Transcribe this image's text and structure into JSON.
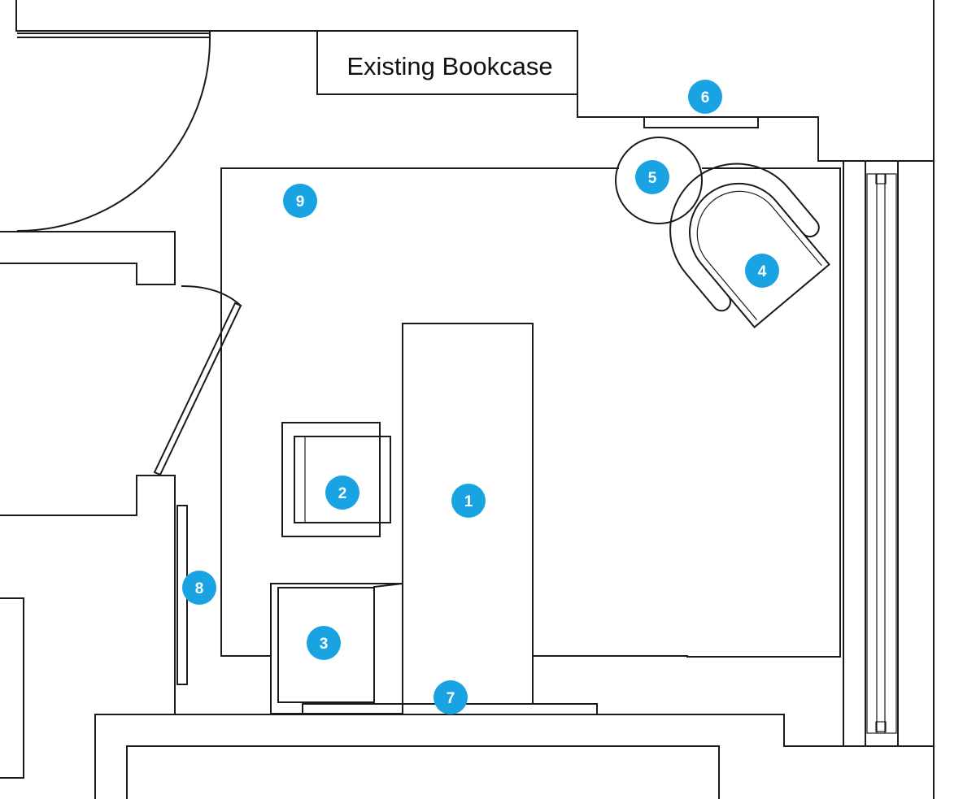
{
  "labels": {
    "bookcase": "Existing Bookcase"
  },
  "markers": [
    {
      "id": "1",
      "label": "1"
    },
    {
      "id": "2",
      "label": "2"
    },
    {
      "id": "3",
      "label": "3"
    },
    {
      "id": "4",
      "label": "4"
    },
    {
      "id": "5",
      "label": "5"
    },
    {
      "id": "6",
      "label": "6"
    },
    {
      "id": "7",
      "label": "7"
    },
    {
      "id": "8",
      "label": "8"
    },
    {
      "id": "9",
      "label": "9"
    }
  ],
  "colors": {
    "marker": "#1aa3e3",
    "marker_text": "#ffffff",
    "lines": "#1a1a1a",
    "background": "#ffffff"
  }
}
